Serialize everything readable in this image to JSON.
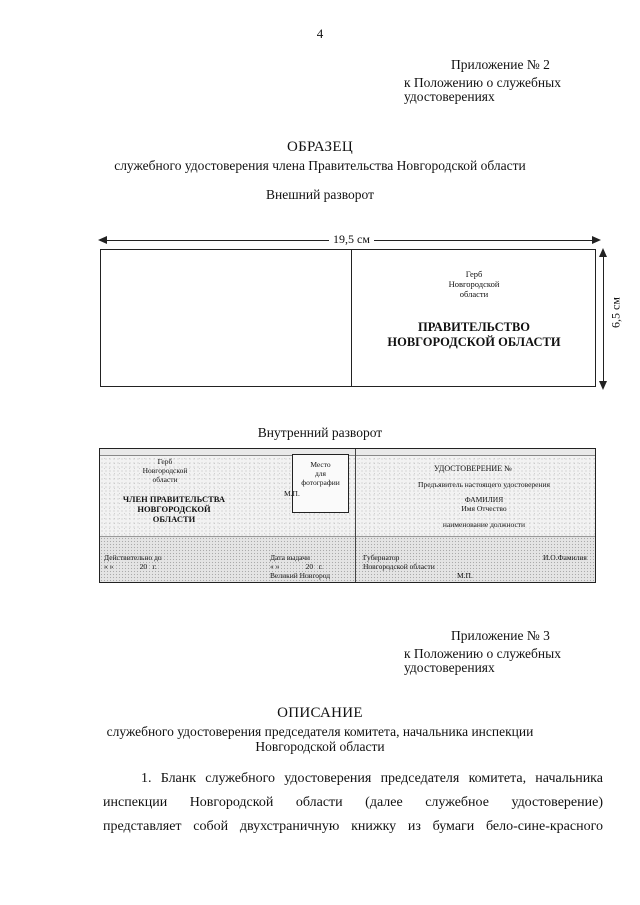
{
  "page_number": "4",
  "appendix1": {
    "number": "Приложение № 2",
    "line1": "к Положению о служебных",
    "line2": "удостоверениях"
  },
  "sample": {
    "title": "ОБРАЗЕЦ",
    "subtitle": "служебного удостоверения члена Правительства Новгородской области",
    "outer_label": "Внешний разворот",
    "width_label": "19,5 см",
    "height_label": "6,5 см",
    "outer_right": {
      "emblem_line1": "Герб",
      "emblem_line2": "Новгородской",
      "emblem_line3": "области",
      "org_line1": "ПРАВИТЕЛЬСТВО",
      "org_line2": "НОВГОРОДСКОЙ ОБЛАСТИ"
    },
    "inner_label": "Внутренний разворот",
    "inner_left": {
      "emblem_line1": "Герб",
      "emblem_line2": "Новгородской",
      "emblem_line3": "области",
      "photo_line1": "Место",
      "photo_line2": "для",
      "photo_line3": "фотографии",
      "stamp": "М.П.",
      "position_line1": "ЧЛЕН ПРАВИТЕЛЬСТВА",
      "position_line2": "НОВГОРОДСКОЙ",
      "position_line3": "ОБЛАСТИ",
      "valid_label": "Действительно до",
      "valid_value": "« »              20   г.",
      "issued_label": "Дата выдачи",
      "issued_value": "« »              20   г.",
      "city": "Великий Новгород"
    },
    "inner_right": {
      "cert_title": "УДОСТОВЕРЕНИЕ  №",
      "presenter": "Предъявитель настоящего удостоверения",
      "surname": "ФАМИЛИЯ",
      "name": "Имя Отчество",
      "position": "наименование должности",
      "governor_line1": "Губернатор",
      "governor_line2": "Новгородской области",
      "signature": "И.О.Фамилия",
      "stamp": "М.П."
    }
  },
  "appendix2": {
    "number": "Приложение № 3",
    "line1": "к Положению о служебных",
    "line2": "удостоверениях"
  },
  "description": {
    "title": "ОПИСАНИЕ",
    "subtitle_line1": "служебного удостоверения председателя комитета, начальника инспекции",
    "subtitle_line2": "Новгородской области",
    "para_line1": "1. Бланк служебного удостоверения председателя комитета, начальника",
    "para_line2": "инспекции    Новгородской    области    (далее    служебное    удостоверение)",
    "para_line3": "представляет собой двухстраничную книжку из бумаги бело-сине-красного"
  }
}
